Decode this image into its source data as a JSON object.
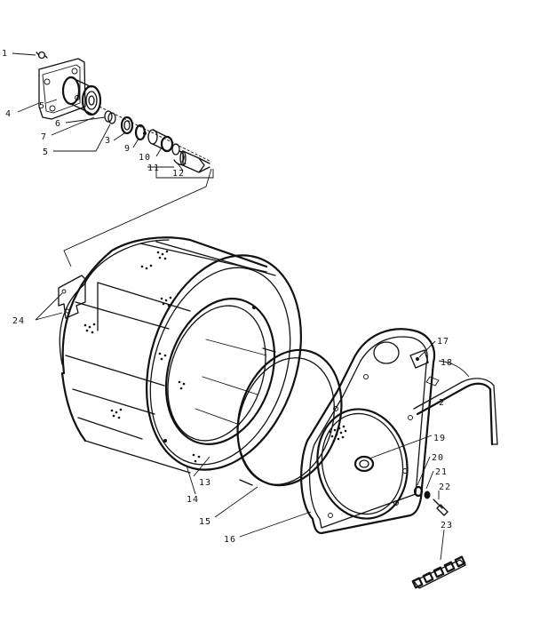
{
  "diagram": {
    "callouts": [
      {
        "id": "c1",
        "text": "1"
      },
      {
        "id": "c4",
        "text": "4"
      },
      {
        "id": "c5a",
        "text": "5"
      },
      {
        "id": "c6",
        "text": "6"
      },
      {
        "id": "c7",
        "text": "7"
      },
      {
        "id": "c3",
        "text": "3"
      },
      {
        "id": "c9",
        "text": "9"
      },
      {
        "id": "c5b",
        "text": "5"
      },
      {
        "id": "c10",
        "text": "10"
      },
      {
        "id": "c11",
        "text": "11"
      },
      {
        "id": "c12",
        "text": "12"
      },
      {
        "id": "c24",
        "text": "24"
      },
      {
        "id": "c13",
        "text": "13"
      },
      {
        "id": "c14",
        "text": "14"
      },
      {
        "id": "c15",
        "text": "15"
      },
      {
        "id": "c16",
        "text": "16"
      },
      {
        "id": "c17",
        "text": "17"
      },
      {
        "id": "c18",
        "text": "18"
      },
      {
        "id": "c2",
        "text": "2"
      },
      {
        "id": "c19",
        "text": "19"
      },
      {
        "id": "c20",
        "text": "20"
      },
      {
        "id": "c21",
        "text": "21"
      },
      {
        "id": "c22",
        "text": "22"
      },
      {
        "id": "c23",
        "text": "23"
      }
    ]
  }
}
